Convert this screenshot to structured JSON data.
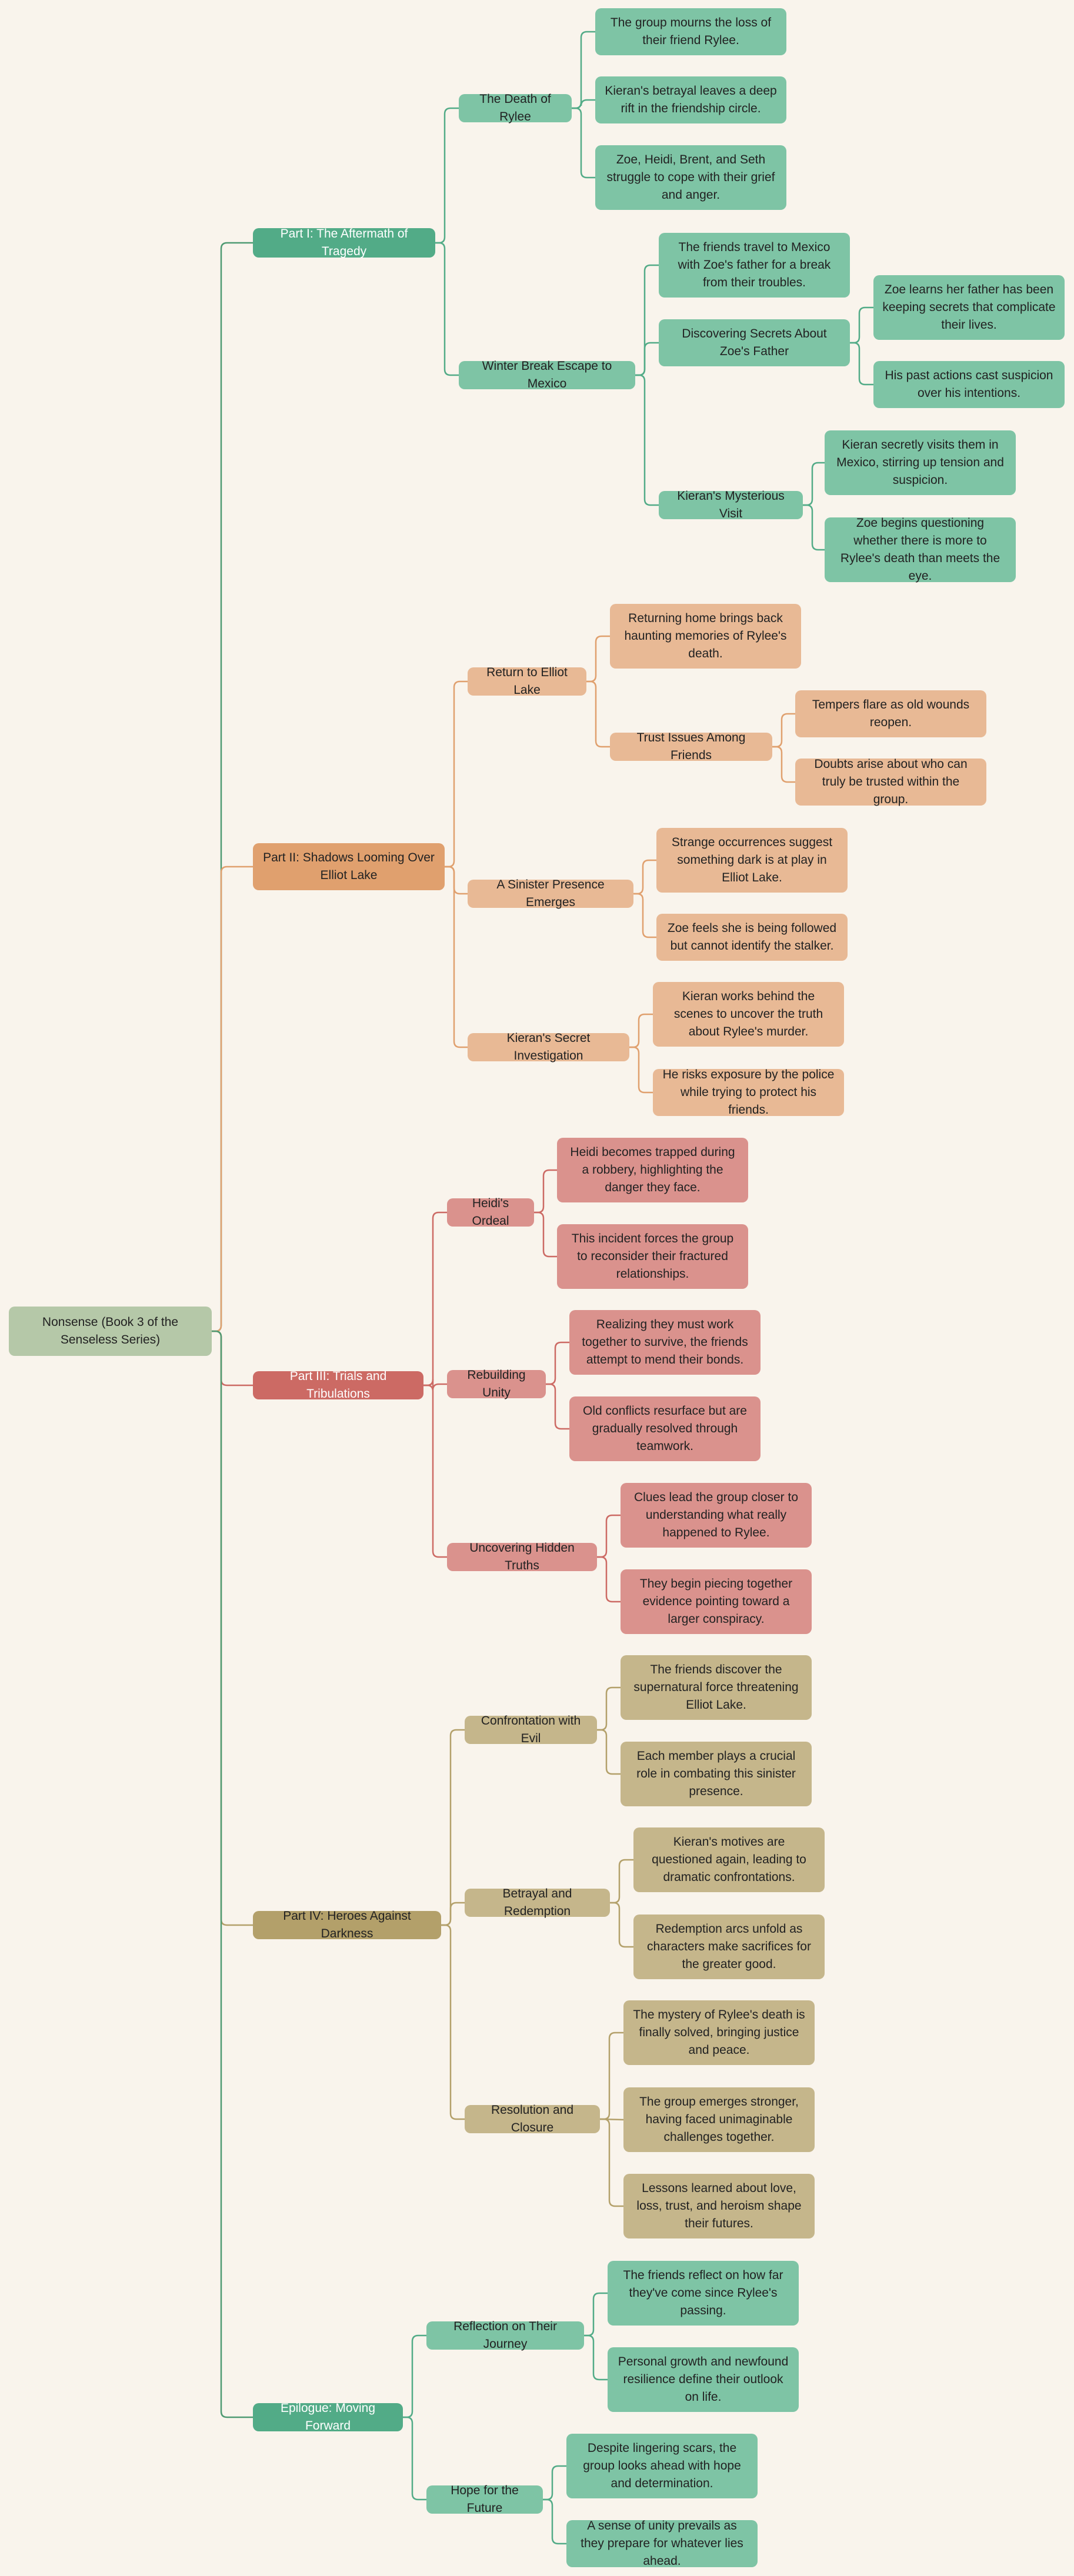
{
  "colors": {
    "root": "#b5c8a8",
    "teal_part": "#52ab87",
    "teal_light": "#7ec4a5",
    "orange_part": "#e0a06e",
    "orange_light": "#e8b995",
    "red_part": "#cc6a64",
    "red_light": "#da928d",
    "khaki_part": "#b3a06a",
    "khaki_light": "#c5b68b",
    "root_link": "#4f9a72"
  },
  "root": {
    "label": "Nonsense (Book 3 of the Senseless Series)"
  },
  "parts": [
    {
      "label": "Part I: The Aftermath of Tragedy",
      "theme": "teal",
      "children": [
        {
          "label": "The Death of Rylee",
          "children": [
            {
              "label": "The group mourns the loss of their friend Rylee."
            },
            {
              "label": "Kieran's betrayal leaves a deep rift in the friendship circle."
            },
            {
              "label": "Zoe, Heidi, Brent, and Seth struggle to cope with their grief and anger."
            }
          ]
        },
        {
          "label": "Winter Break Escape to Mexico",
          "children": [
            {
              "label": "The friends travel to Mexico with Zoe's father for a break from their troubles."
            },
            {
              "label": "Discovering Secrets About Zoe's Father",
              "children": [
                {
                  "label": "Zoe learns her father has been keeping secrets that complicate their lives."
                },
                {
                  "label": "His past actions cast suspicion over his intentions."
                }
              ]
            },
            {
              "label": "Kieran's Mysterious Visit",
              "children": [
                {
                  "label": "Kieran secretly visits them in Mexico, stirring up tension and suspicion."
                },
                {
                  "label": "Zoe begins questioning whether there is more to Rylee's death than meets the eye."
                }
              ]
            }
          ]
        }
      ]
    },
    {
      "label": "Part II: Shadows Looming Over Elliot Lake",
      "theme": "orange",
      "children": [
        {
          "label": "Return to Elliot Lake",
          "children": [
            {
              "label": "Returning home brings back haunting memories of Rylee's death."
            },
            {
              "label": "Trust Issues Among Friends",
              "children": [
                {
                  "label": "Tempers flare as old wounds reopen."
                },
                {
                  "label": "Doubts arise about who can truly be trusted within the group."
                }
              ]
            }
          ]
        },
        {
          "label": "A Sinister Presence Emerges",
          "children": [
            {
              "label": "Strange occurrences suggest something dark is at play in Elliot Lake."
            },
            {
              "label": "Zoe feels she is being followed but cannot identify the stalker."
            }
          ]
        },
        {
          "label": "Kieran's Secret Investigation",
          "children": [
            {
              "label": "Kieran works behind the scenes to uncover the truth about Rylee's murder."
            },
            {
              "label": "He risks exposure by the police while trying to protect his friends."
            }
          ]
        }
      ]
    },
    {
      "label": "Part III: Trials and Tribulations",
      "theme": "red",
      "children": [
        {
          "label": "Heidi's Ordeal",
          "children": [
            {
              "label": "Heidi becomes trapped during a robbery, highlighting the danger they face."
            },
            {
              "label": "This incident forces the group to reconsider their fractured relationships."
            }
          ]
        },
        {
          "label": "Rebuilding Unity",
          "children": [
            {
              "label": "Realizing they must work together to survive, the friends attempt to mend their bonds."
            },
            {
              "label": "Old conflicts resurface but are gradually resolved through teamwork."
            }
          ]
        },
        {
          "label": "Uncovering Hidden Truths",
          "children": [
            {
              "label": "Clues lead the group closer to understanding what really happened to Rylee."
            },
            {
              "label": "They begin piecing together evidence pointing toward a larger conspiracy."
            }
          ]
        }
      ]
    },
    {
      "label": "Part IV: Heroes Against Darkness",
      "theme": "khaki",
      "children": [
        {
          "label": "Confrontation with Evil",
          "children": [
            {
              "label": "The friends discover the supernatural force threatening Elliot Lake."
            },
            {
              "label": "Each member plays a crucial role in combating this sinister presence."
            }
          ]
        },
        {
          "label": "Betrayal and Redemption",
          "children": [
            {
              "label": "Kieran's motives are questioned again, leading to dramatic confrontations."
            },
            {
              "label": "Redemption arcs unfold as characters make sacrifices for the greater good."
            }
          ]
        },
        {
          "label": "Resolution and Closure",
          "children": [
            {
              "label": "The mystery of Rylee's death is finally solved, bringing justice and peace."
            },
            {
              "label": "The group emerges stronger, having faced unimaginable challenges together."
            },
            {
              "label": "Lessons learned about love, loss, trust, and heroism shape their futures."
            }
          ]
        }
      ]
    },
    {
      "label": "Epilogue: Moving Forward",
      "theme": "teal",
      "children": [
        {
          "label": "Reflection on Their Journey",
          "children": [
            {
              "label": "The friends reflect on how far they've come since Rylee's passing."
            },
            {
              "label": "Personal growth and newfound resilience define their outlook on life."
            }
          ]
        },
        {
          "label": "Hope for the Future",
          "children": [
            {
              "label": "Despite lingering scars, the group looks ahead with hope and determination."
            },
            {
              "label": "A sense of unity prevails as they prepare for whatever lies ahead."
            }
          ]
        }
      ]
    }
  ]
}
